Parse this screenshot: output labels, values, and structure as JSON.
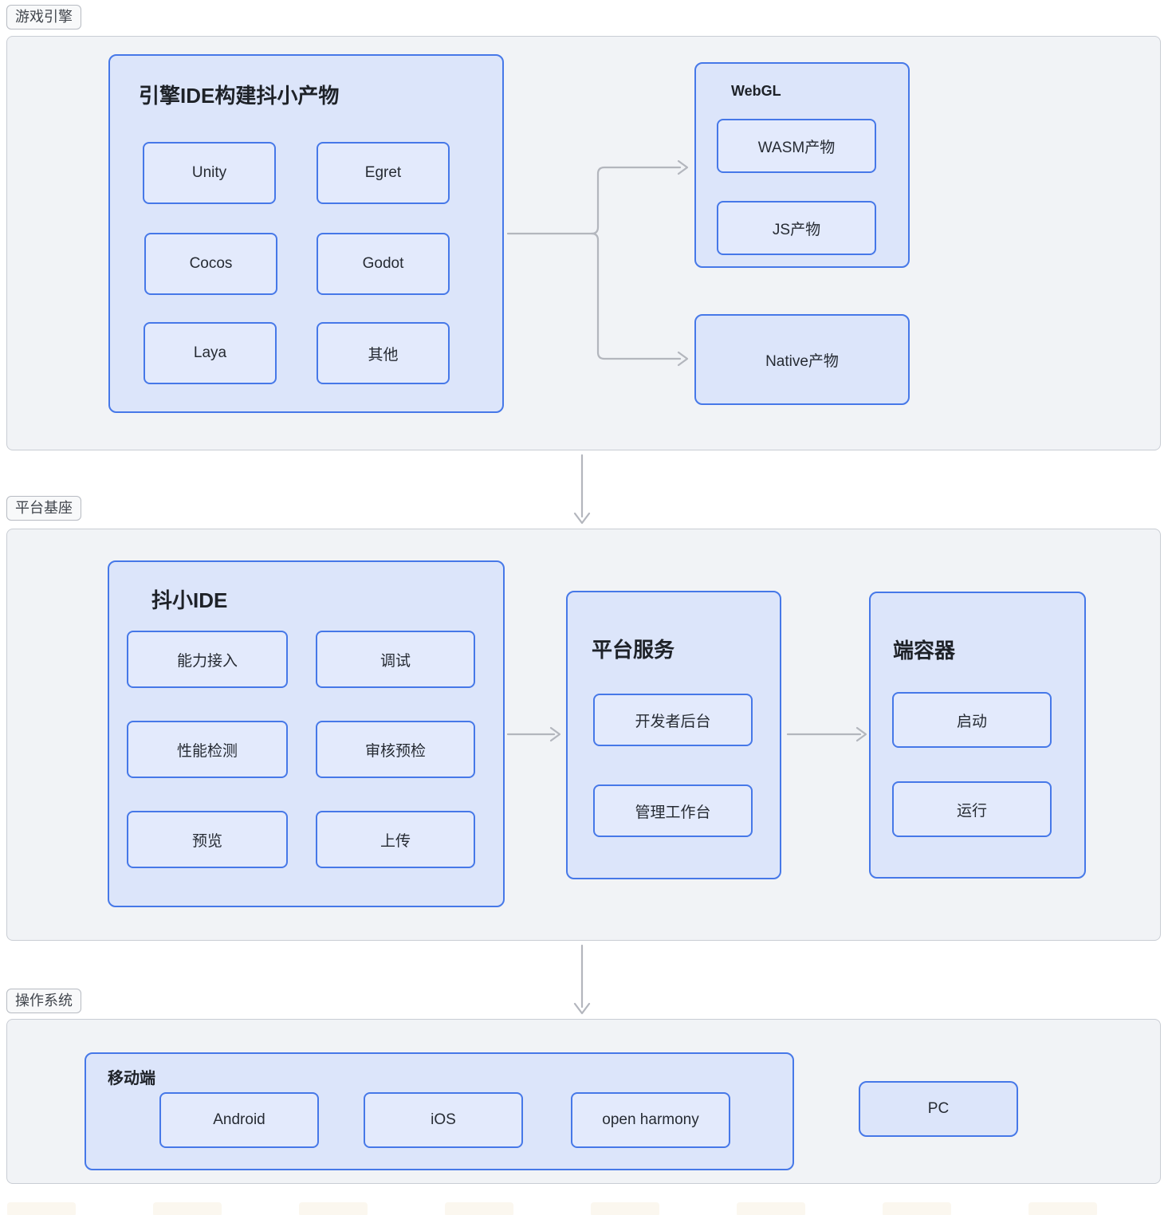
{
  "sections": {
    "game_engine_label": "游戏引擎",
    "platform_base_label": "平台基座",
    "os_label": "操作系统"
  },
  "engine_build": {
    "title": "引擎IDE构建抖小产物",
    "items": [
      "Unity",
      "Egret",
      "Cocos",
      "Godot",
      "Laya",
      "其他"
    ]
  },
  "webgl": {
    "title": "WebGL",
    "items": [
      "WASM产物",
      "JS产物"
    ]
  },
  "native": {
    "label": "Native产物"
  },
  "ide": {
    "title": "抖小IDE",
    "items": [
      "能力接入",
      "调试",
      "性能检测",
      "审核预检",
      "预览",
      "上传"
    ]
  },
  "platform_service": {
    "title": "平台服务",
    "items": [
      "开发者后台",
      "管理工作台"
    ]
  },
  "client_container": {
    "title": "端容器",
    "items": [
      "启动",
      "运行"
    ]
  },
  "mobile": {
    "title": "移动端",
    "items": [
      "Android",
      "iOS",
      "open harmony"
    ]
  },
  "pc": {
    "label": "PC"
  },
  "colors": {
    "node_border": "#4678e8",
    "node_fill_outer": "#dce5fa",
    "node_fill_inner": "#e3eafc",
    "section_fill": "#f1f3f6",
    "section_border": "#c9cdd4",
    "connector": "#b3b6bd"
  }
}
